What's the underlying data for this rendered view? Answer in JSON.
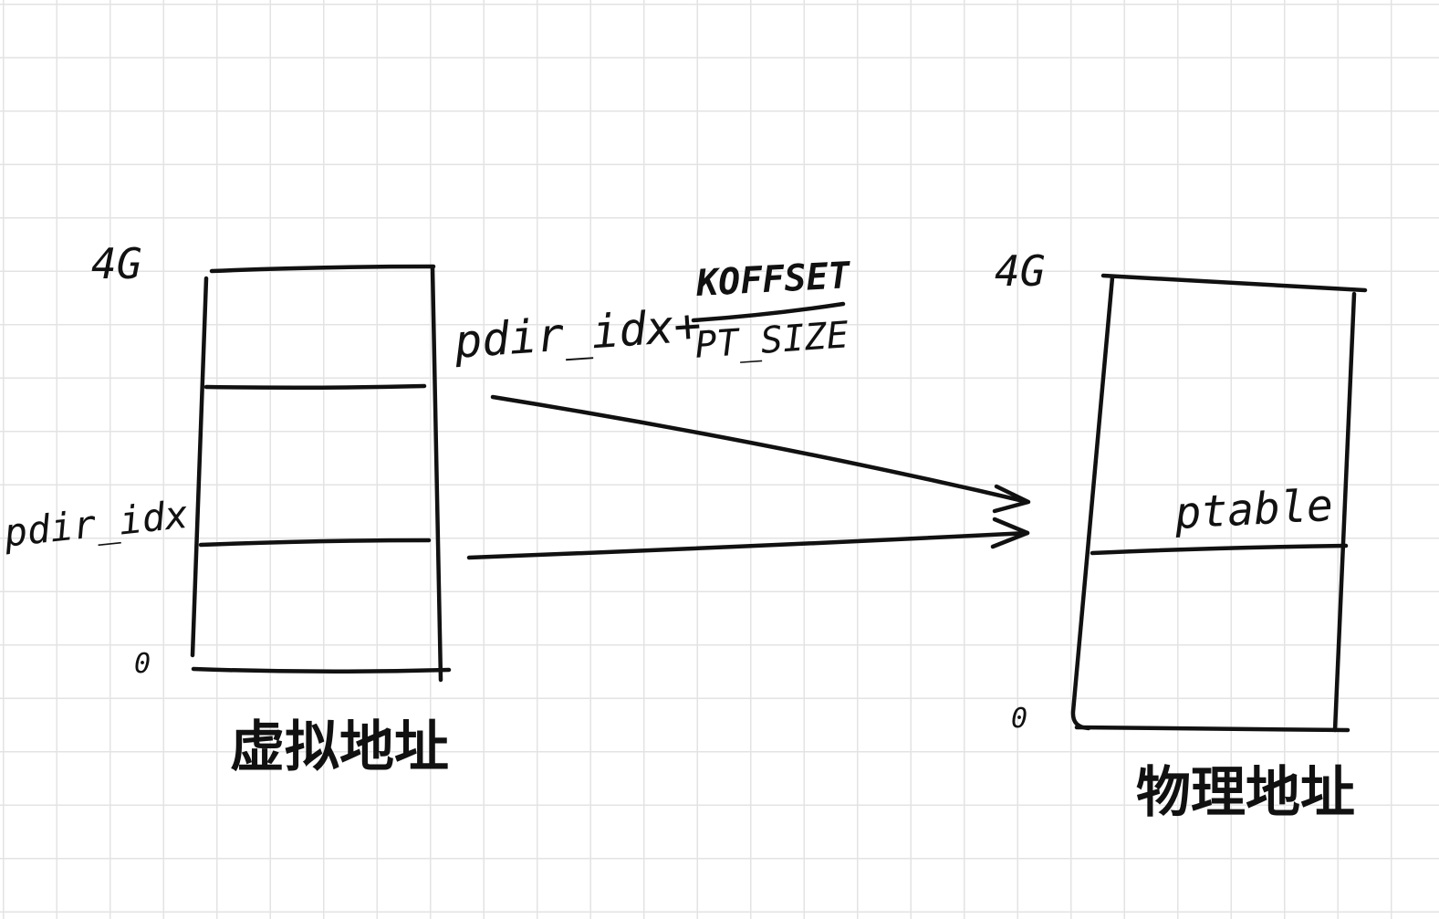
{
  "diagram": {
    "virtual": {
      "top_label": "4G",
      "bottom_label": "0",
      "marker_label": "pdir_idx",
      "caption": "虚拟地址"
    },
    "physical": {
      "top_label": "4G",
      "bottom_label": "0",
      "region_label": "ptable",
      "caption": "物理地址"
    },
    "formula": {
      "prefix": "pdir_idx+",
      "numerator": "KOFFSET",
      "denominator": "PT_SIZE"
    },
    "colors": {
      "ink": "#111111",
      "grid": "#e3e3e3",
      "background": "#ffffff"
    }
  }
}
